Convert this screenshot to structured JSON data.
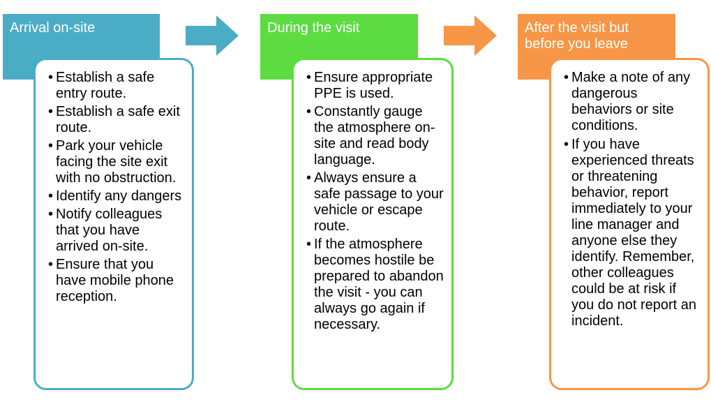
{
  "colors": {
    "step1": "#4bacc6",
    "step2": "#5cdc41",
    "step3": "#f79646"
  },
  "steps": [
    {
      "title": "Arrival on-site",
      "items": [
        "Establish a safe entry route.",
        "Establish a safe exit route.",
        "Park your vehicle facing the site exit with no obstruction.",
        "Identify any dangers",
        "Notify colleagues that you have arrived on-site.",
        "Ensure that you have mobile phone reception."
      ]
    },
    {
      "title": "During the visit",
      "items": [
        "Ensure appropriate PPE is used.",
        "Constantly gauge the atmosphere on-site and read body language.",
        "Always ensure a safe passage to your vehicle or escape route.",
        "If the atmosphere becomes hostile be prepared to abandon the visit - you can always go again if necessary."
      ]
    },
    {
      "title": "After the visit but before you leave",
      "items": [
        "Make a note of any dangerous behaviors or site conditions.",
        "If you have experienced threats or threatening behavior, report immediately to your line manager and anyone else they identify. Remember, other colleagues could be at risk if you do not report an incident."
      ]
    }
  ]
}
